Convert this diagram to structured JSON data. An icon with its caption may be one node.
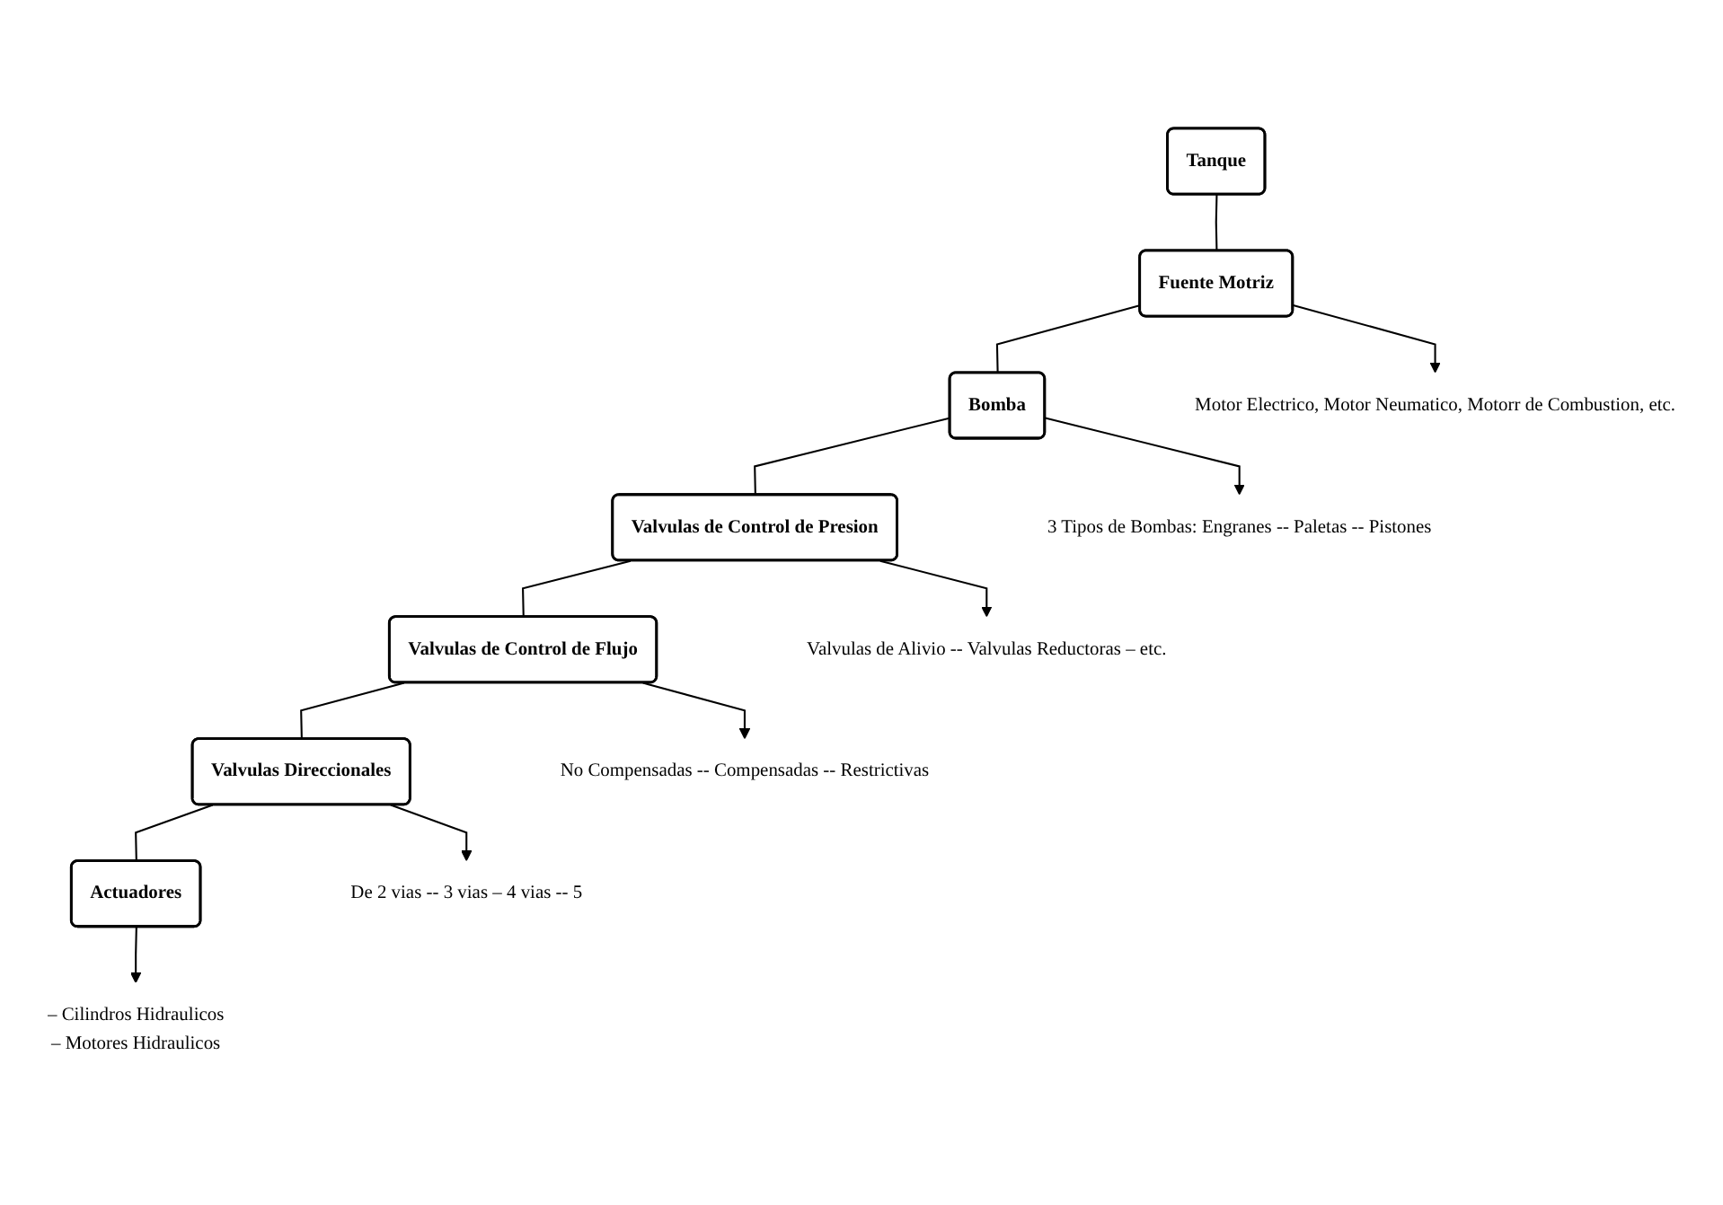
{
  "diagram": {
    "nodes": [
      {
        "text": [
          "Tanque"
        ]
      },
      {
        "text": [
          "Fuente Motriz"
        ]
      },
      {
        "text": [
          "Bomba"
        ]
      },
      {
        "text": [
          "Valvulas de Control de Presion"
        ]
      },
      {
        "text": [
          "Valvulas de Control de Flujo"
        ]
      },
      {
        "text": [
          "Valvulas Direccionales"
        ]
      },
      {
        "text": [
          "Actuadores"
        ]
      },
      {
        "text": [
          "Motor Electrico, Motor Neumatico, Motorr de Combustion, etc."
        ]
      },
      {
        "text": [
          "3 Tipos de Bombas:   Engranes -- Paletas -- Pistones"
        ]
      },
      {
        "text": [
          "Valvulas de Alivio -- Valvulas Reductoras – etc."
        ]
      },
      {
        "text": [
          "No Compensadas -- Compensadas -- Restrictivas"
        ]
      },
      {
        "text": [
          "De 2 vias -- 3 vias – 4 vias -- 5"
        ]
      },
      {
        "text": [
          "– Cilindros  Hidraulicos",
          "– Motores  Hidraulicos"
        ]
      }
    ],
    "edges": [
      {
        "from": 0,
        "to": 1,
        "arrow": "none"
      },
      {
        "from": 1,
        "to": 2,
        "arrow": "none"
      },
      {
        "from": 2,
        "to": 3,
        "arrow": "none"
      },
      {
        "from": 3,
        "to": 4,
        "arrow": "none"
      },
      {
        "from": 4,
        "to": 5,
        "arrow": "none"
      },
      {
        "from": 5,
        "to": 6,
        "arrow": "none"
      },
      {
        "from": 1,
        "to": 7,
        "arrow": "to"
      },
      {
        "from": 2,
        "to": 8,
        "arrow": "to"
      },
      {
        "from": 3,
        "to": 9,
        "arrow": "to"
      },
      {
        "from": 4,
        "to": 10,
        "arrow": "to"
      },
      {
        "from": 5,
        "to": 11,
        "arrow": "to"
      },
      {
        "from": 6,
        "to": 12,
        "arrow": "to"
      }
    ]
  }
}
